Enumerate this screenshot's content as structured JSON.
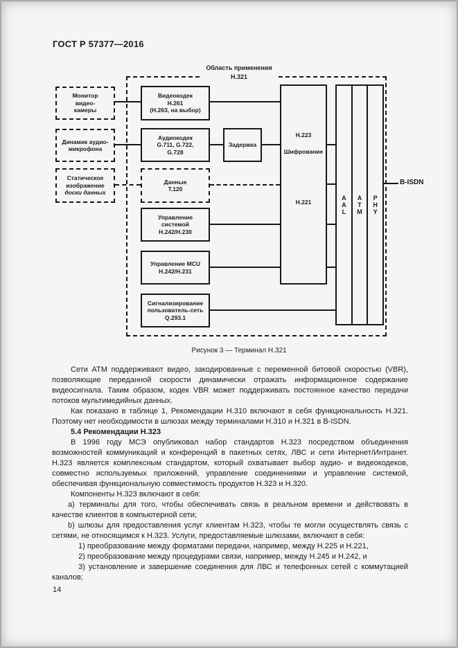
{
  "page": {
    "header": "ГОСТ Р 57377—2016",
    "number": "14"
  },
  "figure": {
    "scope_label": "Область применения\nН.321",
    "caption": "Рисунок 3 — Терминал Н.321",
    "bisdn_label": "B-ISDN",
    "left_boxes": [
      {
        "label": "Монитор\nвидео-\nкамеры"
      },
      {
        "label": "Динамик аудио-\nмикрофона"
      },
      {
        "label": "Статическое\nизображение",
        "label_italic": "доски данных"
      }
    ],
    "codec_boxes": [
      {
        "label": "Видеокодек\nН.261\n(Н.263, на выбор)"
      },
      {
        "label": "Аудиокодек\nG.711, G.722,\nG.728"
      },
      {
        "label": "Данные\nТ.120"
      },
      {
        "label": "Управление\nсистемой\nН.242/Н.230"
      },
      {
        "label": "Управление MCU\nН.242/Н.231"
      },
      {
        "label": "Сигнализирование\nпользователь-сеть\nQ.293.1"
      }
    ],
    "delay_box": "Задержка",
    "mux_box": {
      "top": "Н.223",
      "middle": "Шифрование",
      "bottom": "Н.221"
    },
    "layer_columns": [
      "A\nA\nL",
      "A\nT\nM",
      "P\nH\nY"
    ]
  },
  "body": {
    "p1": "Сети ATM поддерживают видео, закодированные с переменной битовой скоростью (VBR), позволяющие переданной скорости динамически отражать информационное содержание видеосигнала. Таким образом, кодек VBR может поддерживать постоянное качество передачи потоков мультимедийных данных.",
    "p2": "Как показано в таблице 1, Рекомендации Н.310 включают в себя функциональность Н.321. Поэтому нет необходимости в шлюзах между терминалами Н.310 и Н.321 в B-ISDN.",
    "h54": "5.4 Рекомендации Н.323",
    "p3": "В 1996 году МСЭ опубликовал набор стандартов Н.323 посредством объединения возможностей коммуникаций и конференций в пакетных сетях, ЛВС и сети Интернет/Интранет. Н.323 является комплексным стандартом, который охватывает выбор аудио- и видеокодеков, совместно используемых приложений, управление соединениями и управление системой, обеспечивая функциональную совместимость продуктов Н.323 и Н.320.",
    "p4": "Компоненты Н.323 включают в себя:",
    "item_a": "a) терминалы для того, чтобы обеспечивать связь в реальном времени и действовать в качестве клиентов в компьютерной сети;",
    "item_b": "b) шлюзы для предоставления услуг клиентам Н.323, чтобы те могли осуществлять связь с сетями, не относящимся к Н.323. Услуги, предоставляемые шлюзами, включают в себя:",
    "sub_1": "1) преобразование между форматами передачи, например, между Н.225 и Н.221,",
    "sub_2": "2) преобразование между процедурами связи, например, между Н.245 и Н.242, и",
    "sub_3": "3) установление и завершение соединения для ЛВС и телефонных сетей с коммутацией каналов;"
  }
}
